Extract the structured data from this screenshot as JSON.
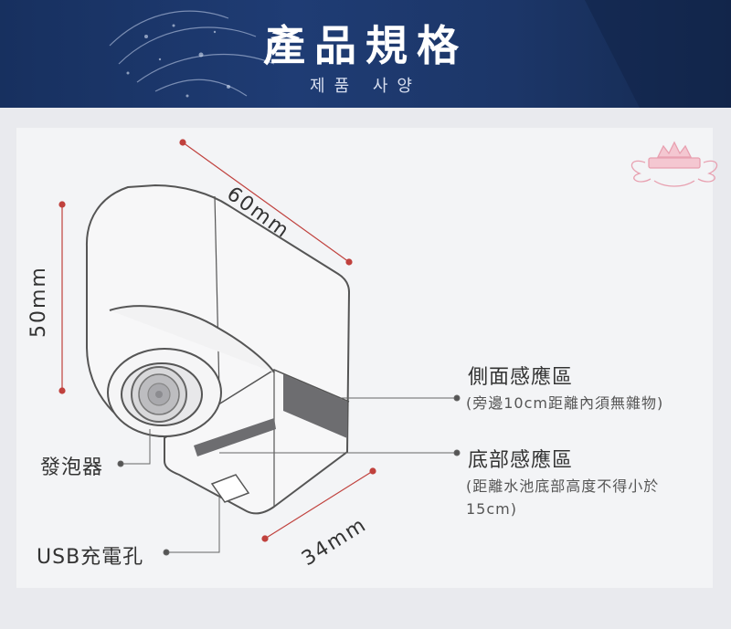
{
  "header": {
    "title": "產品規格",
    "subtitle": "제품 사양"
  },
  "dimensions": {
    "width_label": "60mm",
    "height_label": "50mm",
    "depth_label": "34mm"
  },
  "callouts": {
    "side_sensor": "側面感應區",
    "side_sensor_note": "(旁邊10cm距離內須無雜物)",
    "bottom_sensor": "底部感應區",
    "bottom_sensor_note_1": "(距離水池底部高度不得小於",
    "bottom_sensor_note_2": "15cm)",
    "aerator": "發泡器",
    "usb_port": "USB充電孔"
  },
  "colors": {
    "banner": "#1f3c74",
    "dimension_line": "#c0413d",
    "outline": "#555555",
    "logo": "#e8a0b0"
  },
  "icons": {
    "logo": "crown-wings-icon"
  }
}
